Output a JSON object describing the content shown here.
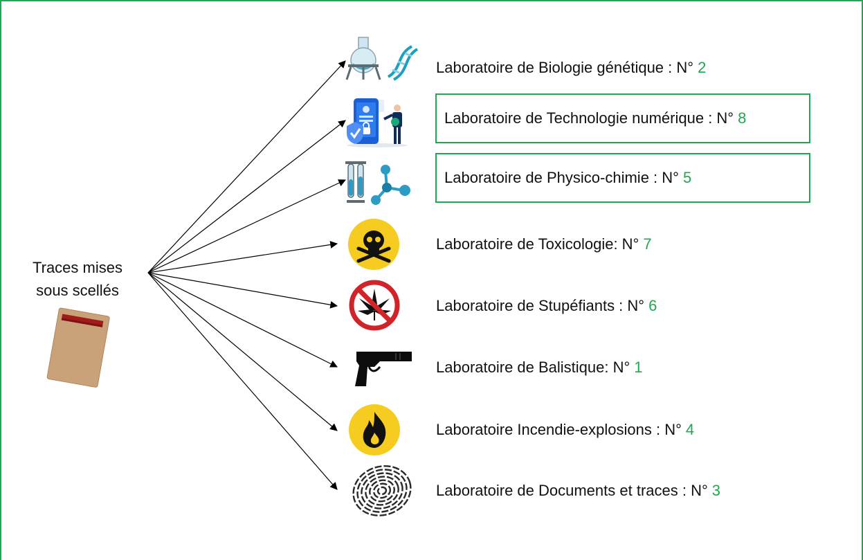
{
  "source": {
    "label_line1": "Traces mises",
    "label_line2": "sous scellés",
    "icon": "sealed-envelope-icon"
  },
  "labs": [
    {
      "label": "Laboratoire de Biologie génétique : N°",
      "number": "2",
      "highlighted": false,
      "icon": "flask-dna-icon"
    },
    {
      "label": "Laboratoire de Technologie numérique : N°",
      "number": "8",
      "highlighted": true,
      "icon": "phone-security-icon"
    },
    {
      "label": "Laboratoire de Physico-chimie : N°",
      "number": "5",
      "highlighted": true,
      "icon": "test-tubes-molecule-icon"
    },
    {
      "label": "Laboratoire de Toxicologie: N°",
      "number": "7",
      "highlighted": false,
      "icon": "skull-crossbones-icon"
    },
    {
      "label": "Laboratoire de Stupéfiants : N°",
      "number": "6",
      "highlighted": false,
      "icon": "no-cannabis-icon"
    },
    {
      "label": "Laboratoire de Balistique: N°",
      "number": "1",
      "highlighted": false,
      "icon": "pistol-icon"
    },
    {
      "label": "Laboratoire Incendie-explosions : N°",
      "number": "4",
      "highlighted": false,
      "icon": "fire-icon"
    },
    {
      "label": "Laboratoire de Documents et traces : N°",
      "number": "3",
      "highlighted": false,
      "icon": "fingerprint-icon"
    }
  ],
  "colors": {
    "accent_green": "#21a651",
    "arrow": "#000000",
    "badge_yellow": "#f5cc1f",
    "envelope": "#c9a27a",
    "seal_red": "#a31a1a"
  }
}
